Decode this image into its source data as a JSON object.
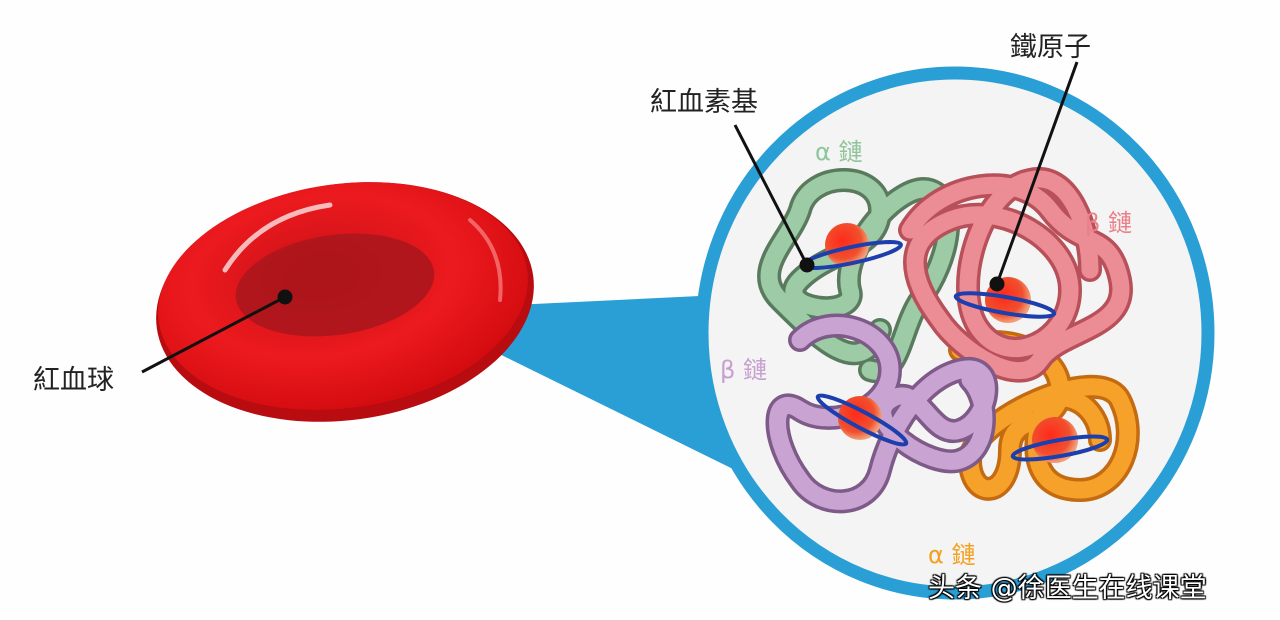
{
  "labels": {
    "red_blood_cell": "紅血球",
    "heme": "紅血素基",
    "iron_atom": "鐵原子"
  },
  "chains": [
    {
      "label": "α 鏈",
      "color": "#8fc59a"
    },
    {
      "label": "β 鏈",
      "color": "#e9808a"
    },
    {
      "label": "β 鏈",
      "color": "#c7a0cf"
    },
    {
      "label": "α 鏈",
      "color": "#f4a020"
    }
  ],
  "colors": {
    "cell": "#e8141a",
    "callout": "#2a9fd6",
    "heme_ring": "#1d3fae"
  },
  "watermark": "头条 @徐医生在线课堂"
}
